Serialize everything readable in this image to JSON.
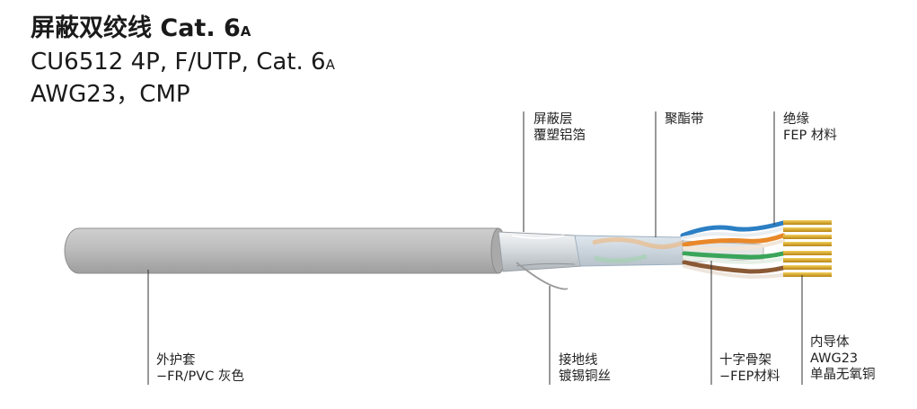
{
  "title": {
    "line1_main": "屏蔽双绞线 Cat. 6",
    "line1_sub": "A",
    "line2_main": "CU6512 4P, F/UTP, Cat. 6",
    "line2_sub": "A",
    "line3": "AWG23，CMP"
  },
  "labels": {
    "shield": [
      "屏蔽层",
      "覆塑铝箔"
    ],
    "polyester": [
      "聚酯带"
    ],
    "insulation": [
      "绝缘",
      "FEP 材料"
    ],
    "jacket": [
      "外护套",
      "−FR/PVC 灰色"
    ],
    "drain": [
      "接地线",
      "镀锡铜丝"
    ],
    "cross": [
      "十字骨架",
      "−FEP材料"
    ],
    "conductor": [
      "内导体",
      "AWG23",
      "单晶无氧铜"
    ]
  },
  "colors": {
    "jacket": "#bcbcbc",
    "foil": "#d9dde0",
    "pair_blue": "#2b7fc4",
    "pair_orange": "#e8882a",
    "pair_green": "#3aa55a",
    "pair_brown": "#8a5a35",
    "copper": "#d9a520"
  }
}
